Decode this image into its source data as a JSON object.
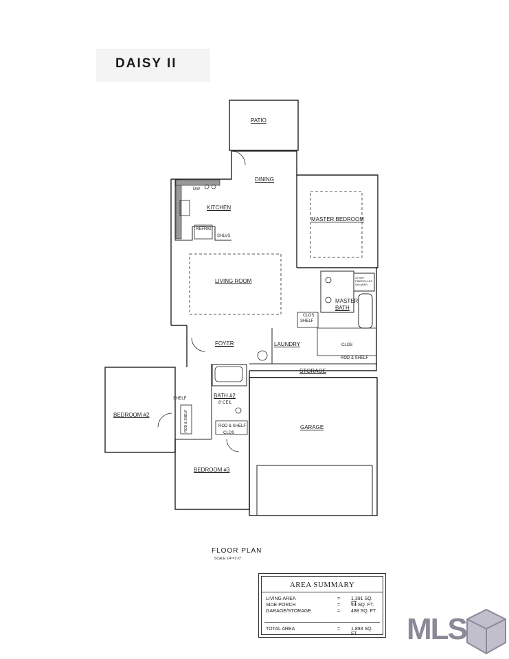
{
  "title": "DAISY II",
  "rooms": {
    "patio": "PATIO",
    "dining": "DINING",
    "kitchen": "KITCHEN",
    "master_bedroom": "MASTER BEDROOM",
    "living_room": "LIVING ROOM",
    "master_bath_1": "MASTER",
    "master_bath_2": "BATH",
    "foyer": "FOYER",
    "laundry": "LAUNDRY",
    "storage": "STORAGE",
    "bath2": "BATH #2",
    "bedroom2": "BEDROOM #2",
    "garage": "GARAGE",
    "bedroom3": "BEDROOM #3"
  },
  "labels": {
    "dw": "DW",
    "refrig": "REFRIG",
    "shlvs": "SHLVS",
    "clos": "CLOS",
    "shelf": "SHELF",
    "clos2": "CLOS",
    "rod_shelf": "ROD & SHELF",
    "ceil": "8' CEIL",
    "shelf2": "SHELF",
    "rod_shelf_b2": "ROD & SHELF",
    "rod_shelf_b3": "ROD & SHELF",
    "clos_b3": "CLOS",
    "fiberglass_shower": "32\"x60\" FIBERGLASS SHOWER"
  },
  "floor_plan_title": "FLOOR PLAN",
  "scale": "SCALE 1/4\"=1'-0\"",
  "area_summary": {
    "heading": "AREA SUMMARY",
    "rows": [
      {
        "label": "LIVING AREA",
        "eq": "=",
        "value": "1,391 SQ. FT."
      },
      {
        "label": "SIDE PORCH",
        "eq": "=",
        "value": "14 SQ. FT."
      },
      {
        "label": "GARAGE/STORAGE",
        "eq": "=",
        "value": "488 SQ. FT."
      }
    ],
    "total": {
      "label": "TOTAL AREA",
      "eq": "=",
      "value": "1,893 SQ. FT."
    }
  },
  "logo": "MLS",
  "colors": {
    "line": "#222222",
    "logo": "#8c8898",
    "logo_box": "#c2bfcc"
  }
}
